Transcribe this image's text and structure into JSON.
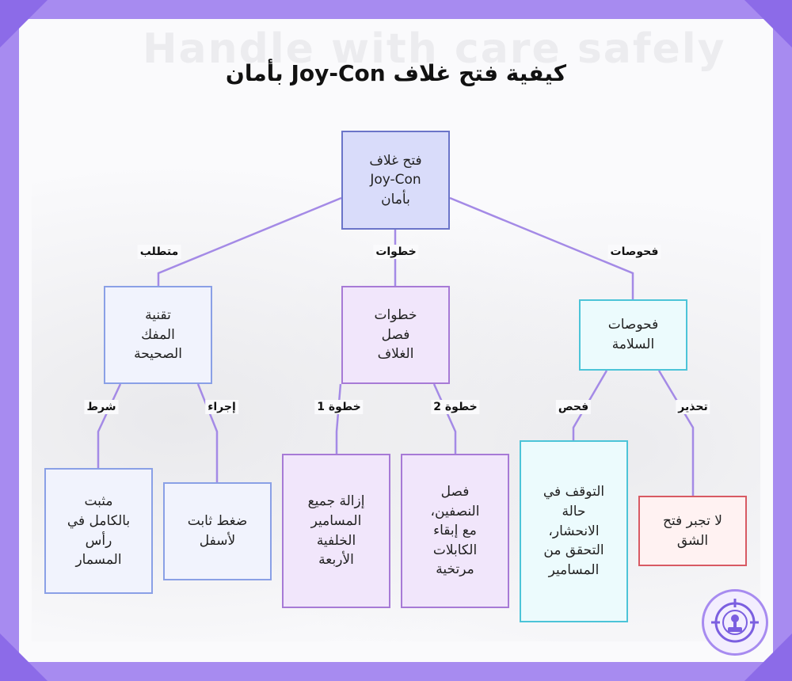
{
  "title": "كيفية فتح غلاف Joy-Con بأمان",
  "background_word": "Handle with care safely",
  "nodes": {
    "root": "فتح غلاف\nJoy-Con\nبأمان",
    "screwdriver": "تقنية\nالمفك\nالصحيحة",
    "steps": "خطوات\nفصل\nالغلاف",
    "safety": "فحوصات\nالسلامة",
    "fully_seated": "مثبت\nبالكامل في\nرأس\nالمسمار",
    "steady_pressure": "ضغط ثابت\nلأسفل",
    "remove_screws": "إزالة جميع\nالمسامير\nالخلفية\nالأربعة",
    "separate_halves": "فصل\nالنصفين،\nمع إبقاء\nالكابلات\nمرتخية",
    "stop_if_stripped": "التوقف في\nحالة\nالانحشار،\nالتحقق من\nالمسامير",
    "dont_force": "لا تجبر فتح\nالشق"
  },
  "edges": {
    "requirement": "متطلب",
    "steps": "خطوات",
    "checks": "فحوصات",
    "condition": "شرط",
    "procedure": "إجراء",
    "step1": "خطوة 1",
    "step2": "خطوة 2",
    "check": "فحص",
    "warning": "تحذير"
  },
  "colors": {
    "frame": "#a78bf0",
    "link": "#a48ae6",
    "root_fill": "#d9dcfa",
    "blue_border": "#8aa0e6",
    "purple_border": "#a77ad6",
    "cyan_border": "#4cc4d8",
    "red_border": "#d85a63"
  },
  "icons": {
    "badge": "joystick-target-icon"
  }
}
